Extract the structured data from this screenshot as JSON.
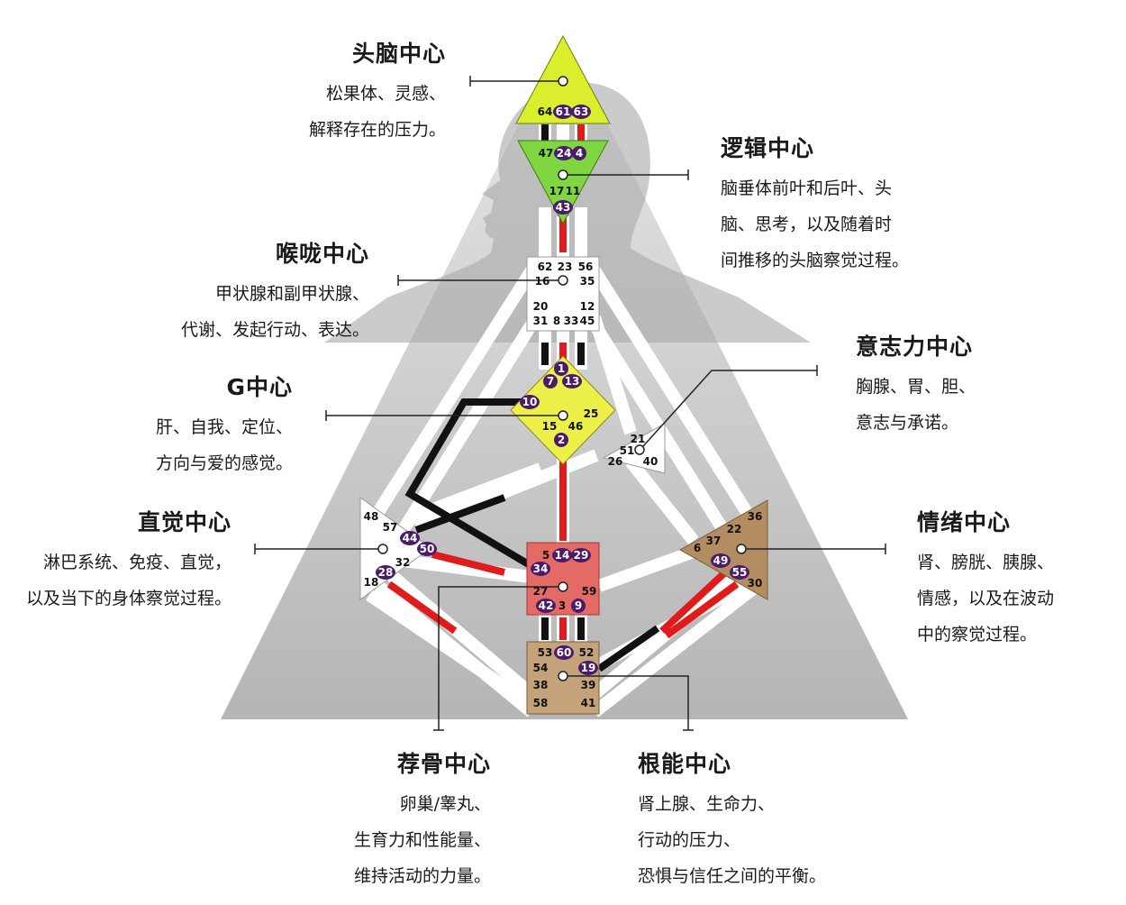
{
  "labels": {
    "head": {
      "title": "头脑中心",
      "lines": [
        "松果体、灵感、",
        "解释存在的压力。"
      ]
    },
    "ajna": {
      "title": "逻辑中心",
      "lines": [
        "脑垂体前叶和后叶、头",
        "脑、思考，以及随着时",
        "间推移的头脑察觉过程。"
      ]
    },
    "throat": {
      "title": "喉咙中心",
      "lines": [
        "甲状腺和副甲状腺、",
        "代谢、发起行动、表达。"
      ]
    },
    "g": {
      "title": "G中心",
      "lines": [
        "肝、自我、定位、",
        "方向与爱的感觉。"
      ]
    },
    "will": {
      "title": "意志力中心",
      "lines": [
        "胸腺、胃、胆、",
        "意志与承诺。"
      ]
    },
    "spleen": {
      "title": "直觉中心",
      "lines": [
        "淋巴系统、免疫、直觉，",
        "以及当下的身体察觉过程。"
      ]
    },
    "emotional": {
      "title": "情绪中心",
      "lines": [
        "肾、膀胱、胰腺、",
        "情感，以及在波动",
        "中的察觉过程。"
      ]
    },
    "sacral": {
      "title": "荐骨中心",
      "lines": [
        "卵巢/睾丸、",
        "生育力和性能量、",
        "维持活动的力量。"
      ]
    },
    "root": {
      "title": "根能中心",
      "lines": [
        "肾上腺、生命力、",
        "行动的压力、",
        "恐惧与信任之间的平衡。"
      ]
    }
  },
  "gates": {
    "head": [
      {
        "n": "64",
        "a": false
      },
      {
        "n": "61",
        "a": true
      },
      {
        "n": "63",
        "a": true
      }
    ],
    "ajna": [
      {
        "n": "47",
        "a": false
      },
      {
        "n": "24",
        "a": true
      },
      {
        "n": "4",
        "a": true
      },
      {
        "n": "17",
        "a": false
      },
      {
        "n": "11",
        "a": false
      },
      {
        "n": "43",
        "a": true
      }
    ],
    "throat": [
      {
        "n": "62",
        "a": false
      },
      {
        "n": "23",
        "a": false
      },
      {
        "n": "56",
        "a": false
      },
      {
        "n": "16",
        "a": false
      },
      {
        "n": "35",
        "a": false
      },
      {
        "n": "20",
        "a": false
      },
      {
        "n": "12",
        "a": false
      },
      {
        "n": "31",
        "a": false
      },
      {
        "n": "8",
        "a": false
      },
      {
        "n": "33",
        "a": false
      },
      {
        "n": "45",
        "a": false
      }
    ],
    "g": [
      {
        "n": "1",
        "a": true
      },
      {
        "n": "7",
        "a": true
      },
      {
        "n": "13",
        "a": true
      },
      {
        "n": "10",
        "a": true
      },
      {
        "n": "25",
        "a": false
      },
      {
        "n": "15",
        "a": false
      },
      {
        "n": "46",
        "a": false
      },
      {
        "n": "2",
        "a": true
      }
    ],
    "will": [
      {
        "n": "21",
        "a": false
      },
      {
        "n": "51",
        "a": false
      },
      {
        "n": "26",
        "a": false
      },
      {
        "n": "40",
        "a": false
      }
    ],
    "spleen": [
      {
        "n": "48",
        "a": false
      },
      {
        "n": "57",
        "a": false
      },
      {
        "n": "44",
        "a": true
      },
      {
        "n": "50",
        "a": true
      },
      {
        "n": "32",
        "a": false
      },
      {
        "n": "28",
        "a": true
      },
      {
        "n": "18",
        "a": false
      }
    ],
    "emotional": [
      {
        "n": "36",
        "a": false
      },
      {
        "n": "22",
        "a": false
      },
      {
        "n": "37",
        "a": false
      },
      {
        "n": "6",
        "a": false
      },
      {
        "n": "49",
        "a": true
      },
      {
        "n": "55",
        "a": true
      },
      {
        "n": "30",
        "a": false
      }
    ],
    "sacral": [
      {
        "n": "5",
        "a": false
      },
      {
        "n": "14",
        "a": true
      },
      {
        "n": "29",
        "a": true
      },
      {
        "n": "34",
        "a": true
      },
      {
        "n": "27",
        "a": false
      },
      {
        "n": "59",
        "a": false
      },
      {
        "n": "42",
        "a": true
      },
      {
        "n": "3",
        "a": false
      },
      {
        "n": "9",
        "a": true
      }
    ],
    "root": [
      {
        "n": "53",
        "a": false
      },
      {
        "n": "60",
        "a": true
      },
      {
        "n": "52",
        "a": false
      },
      {
        "n": "54",
        "a": false
      },
      {
        "n": "19",
        "a": true
      },
      {
        "n": "38",
        "a": false
      },
      {
        "n": "39",
        "a": false
      },
      {
        "n": "58",
        "a": false
      },
      {
        "n": "41",
        "a": false
      }
    ]
  },
  "colors": {
    "head": "#dbee2e",
    "ajna": "#7fd640",
    "throat": "#ffffff",
    "g": "#eef04a",
    "will": "#ffffff",
    "spleen": "#ffffff",
    "emotional": "#b38d61",
    "sacral": "#e46a66",
    "root": "#c4a27a",
    "activeGate": "#4b1b6b",
    "channelRed": "#e01b1b",
    "channelBlack": "#111111",
    "background": "#c9c9c9"
  }
}
